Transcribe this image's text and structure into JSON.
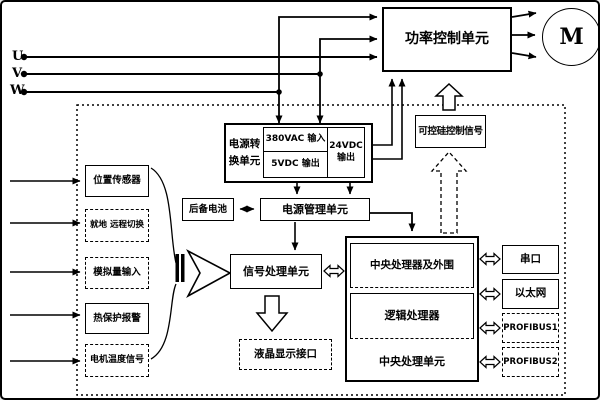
{
  "colors": {
    "ink": "#000000",
    "background": "#ffffff"
  },
  "phases": {
    "u": "U",
    "v": "V",
    "w": "W"
  },
  "motor": {
    "label": "M"
  },
  "blocks": {
    "power_control": "功率控制单元",
    "scr_signal": "可控硅控制信号",
    "power_conversion": "电源转换单元",
    "vac_input": "380VAC 输入",
    "vdc5_output": "5VDC 输出",
    "vdc24_output": "24VDC 输出",
    "backup_battery": "后备电池",
    "power_mgmt": "电源管理单元",
    "signal_processing": "信号处理单元",
    "lcd_interface": "液晶显示接口",
    "cpu_peripherals": "中央处理器及外围",
    "logic_processor": "逻辑处理器",
    "cpu_unit": "中央处理单元",
    "serial_port": "串口",
    "ethernet": "以太网",
    "profibus1": "PROFIBUS1",
    "profibus2": "PROFIBUS2"
  },
  "inputs": [
    "位置传感器",
    "就地 远程切换",
    "模拟量输入",
    "热保护报警",
    "电机温度信号"
  ]
}
